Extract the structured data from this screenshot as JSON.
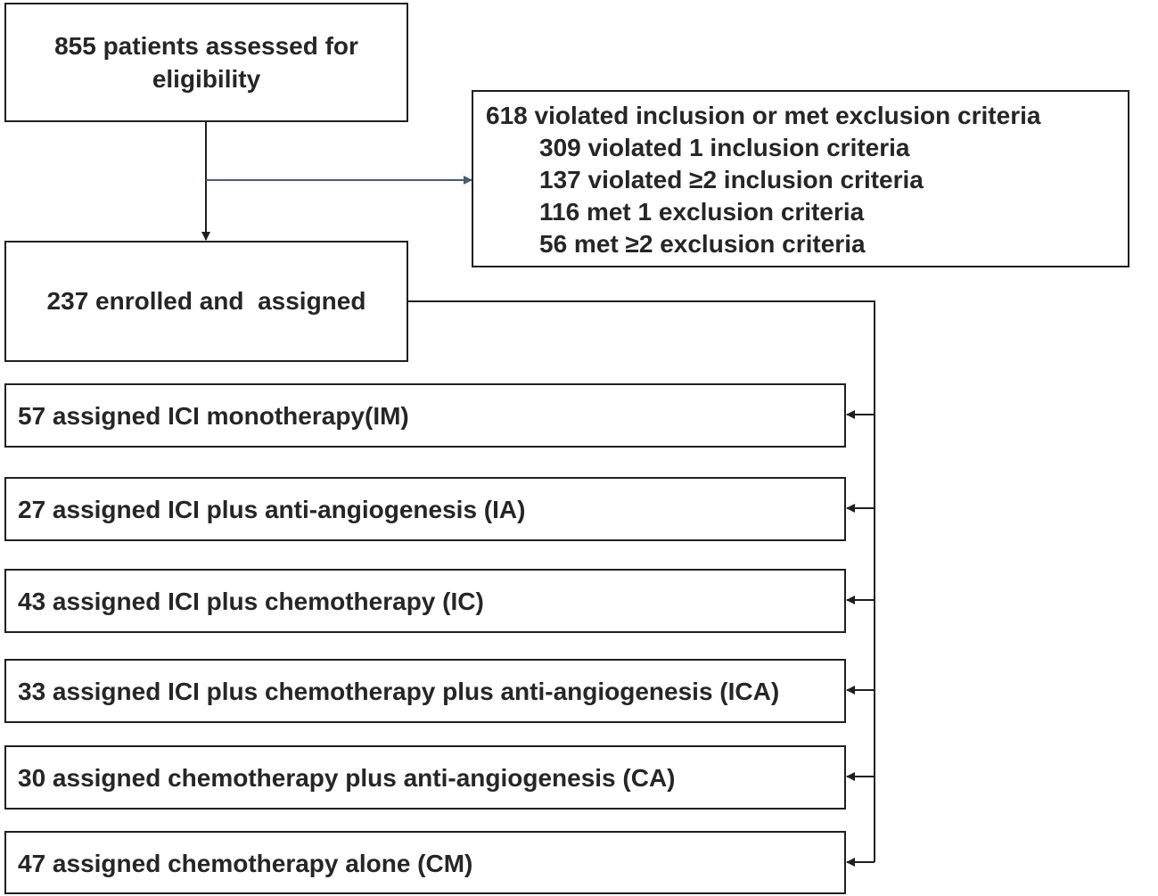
{
  "screening": {
    "line1": "855 patients assessed for",
    "line2": "eligibility"
  },
  "exclusion": {
    "header": "618 violated inclusion or met exclusion criteria",
    "items": [
      "309 violated 1 inclusion criteria",
      "137 violated ≥2 inclusion criteria",
      "116 met 1 exclusion criteria",
      "56 met ≥2 exclusion criteria"
    ]
  },
  "enrolled": {
    "label": "237 enrolled and  assigned"
  },
  "groups": [
    "57 assigned ICI monotherapy(IM)",
    "27 assigned ICI plus anti-angiogenesis (IA)",
    "43 assigned ICI plus chemotherapy (IC)",
    "33 assigned ICI plus chemotherapy plus anti-angiogenesis (ICA)",
    "30 assigned chemotherapy plus anti-angiogenesis (CA)",
    "47 assigned chemotherapy alone (CM)"
  ],
  "colors": {
    "box_border": "#1f1f1f",
    "text": "#262626",
    "exclusion_arrow": "#4a5a7a"
  }
}
